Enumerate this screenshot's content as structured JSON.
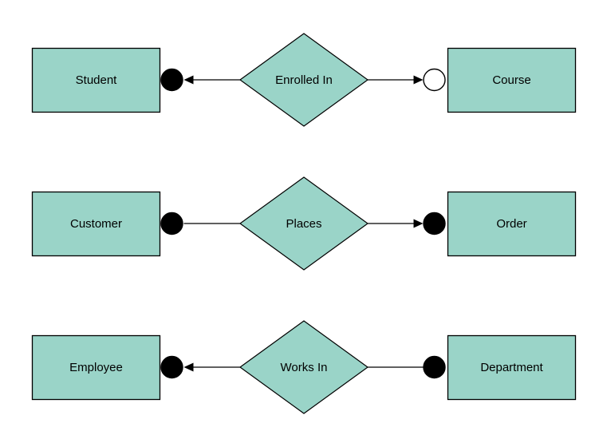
{
  "diagram": {
    "type": "entity-relationship",
    "background_color": "#ffffff",
    "shape_fill_color": "#9ad4c8",
    "shape_stroke_color": "#000000",
    "connector_color": "#000000",
    "text_color": "#000000",
    "rows": [
      {
        "left_entity": "Student",
        "relationship": "Enrolled In",
        "right_entity": "Course",
        "left_terminal": "filled-circle",
        "left_arrow": "toward-left-entity",
        "right_terminal": "open-circle",
        "right_arrow": "toward-right-entity"
      },
      {
        "left_entity": "Customer",
        "relationship": "Places",
        "right_entity": "Order",
        "left_terminal": "filled-circle",
        "left_arrow": "none",
        "right_terminal": "filled-circle",
        "right_arrow": "toward-right-entity"
      },
      {
        "left_entity": "Employee",
        "relationship": "Works In",
        "right_entity": "Department",
        "left_terminal": "filled-circle",
        "left_arrow": "toward-left-entity",
        "right_terminal": "filled-circle",
        "right_arrow": "none"
      }
    ]
  }
}
